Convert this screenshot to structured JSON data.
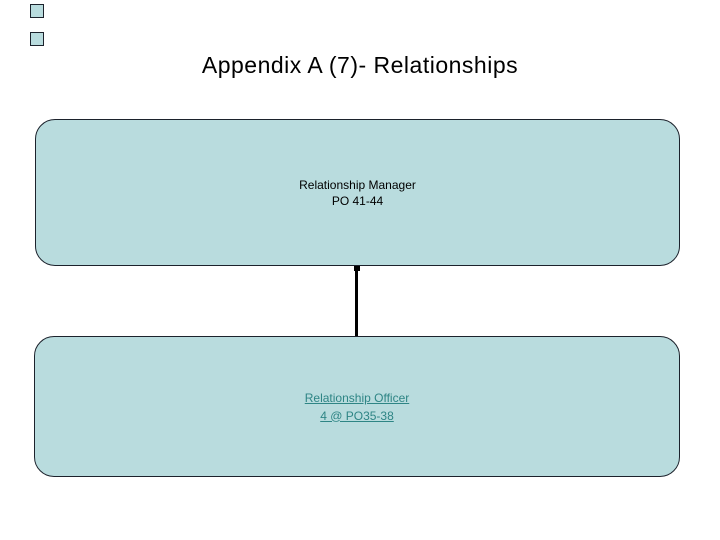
{
  "slide": {
    "title": "Appendix A (7)- Relationships",
    "org_chart": {
      "manager_box": {
        "line1": "Relationship Manager",
        "line2": "PO 41-44"
      },
      "officer_box": {
        "line1": "Relationship Officer",
        "line2": "4 @ PO35-38"
      }
    },
    "colors": {
      "box_fill": "#b9dcde",
      "box_border": "#1c222c",
      "title_text": "#000000",
      "link_text": "#2e8585",
      "connector": "#000000"
    }
  }
}
